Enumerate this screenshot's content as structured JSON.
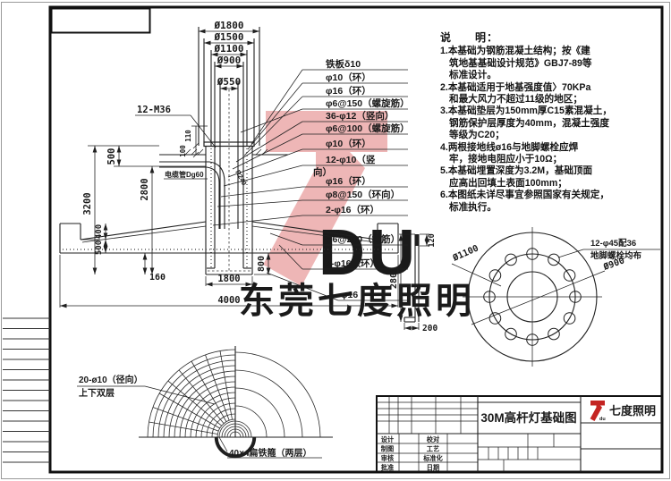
{
  "colors": {
    "line": "#1f1f1f",
    "logo_red": "#c42422",
    "note_red": "#8b3333",
    "watermark_red": "rgba(214,80,80,0.42)",
    "watermark_pink": "rgba(231,150,150,0.50)"
  },
  "notes": {
    "title": "说　　明：",
    "items": [
      [
        "1.本基础为钢筋混凝土结构；按《建",
        "筑地基基础设计规范》GBJ7-89等",
        "标准设计。"
      ],
      [
        "2.本基础适用于地基强度值〉70KPa",
        "和最大风力不超过11级的地区；"
      ],
      [
        "3.本基础垫层为150mm厚C15素混凝土，",
        "钢筋保护层厚度为40mm，混凝土强度",
        "等级为C20；"
      ],
      [
        "4.两根接地线ø16与地脚螺栓应焊",
        "牢，接地电阻应小于10Ω；"
      ],
      [
        "5.本基础埋置深度为3.2M，基础顶面",
        "应高出回填土表面100mm；"
      ],
      [
        "6.本图纸未详尽事宜参照国家有关规定，",
        "标准执行。"
      ]
    ]
  },
  "section": {
    "top_dims": [
      "Ø1800",
      "Ø1500",
      "Ø1100",
      "Ø900",
      "Ø550"
    ],
    "bolt_callout": "12-M36",
    "cable_label": "电缆管Dg60",
    "radius_label": "R240",
    "labels": [
      "铁板δ10",
      "φ10（环）",
      "φ16（环）",
      "φ6@150（螺旋筋）",
      "36-φ12（竖向）",
      "φ6@100（螺旋筋）",
      "φ10（环）",
      "12-φ10（竖",
      "向）",
      "φ16（环）",
      "φ8@150（环向）",
      "2-φ16（环）",
      "φ6@200（拉筋）",
      "2-φ16（环）",
      "φ16"
    ],
    "dims": {
      "d110": "110",
      "d100": "100",
      "d500top": "500",
      "d3200": "3200",
      "d2800": "2800",
      "d400": "400",
      "d500": "500",
      "d160": "160",
      "d800": "800",
      "d1800": "1800",
      "d4000": "4000"
    }
  },
  "bolt_detail": {
    "d120": "120",
    "d2800": "2800",
    "d200": "200"
  },
  "bolt_plan": {
    "d1100": "Ø1100",
    "d900": "Ø900",
    "note1": "12-φ45配36",
    "note2": "地脚螺栓均布"
  },
  "mesh_plan": {
    "label_radial": "20-ø10（径向）",
    "label_layers": "上下双层",
    "label_hoop": "40×4扁铁箍（两层）"
  },
  "title_block": {
    "title": "30M高杆灯基础图",
    "company": "七度照明",
    "logo_7": "7",
    "logo_du": "du",
    "rows_left": [
      "设计",
      "制图",
      "审核",
      "批准"
    ],
    "rows_right": [
      "校对",
      "工艺",
      "标准化",
      "日期"
    ]
  },
  "watermark": {
    "du": "DU",
    "company": "东莞七度照明"
  }
}
